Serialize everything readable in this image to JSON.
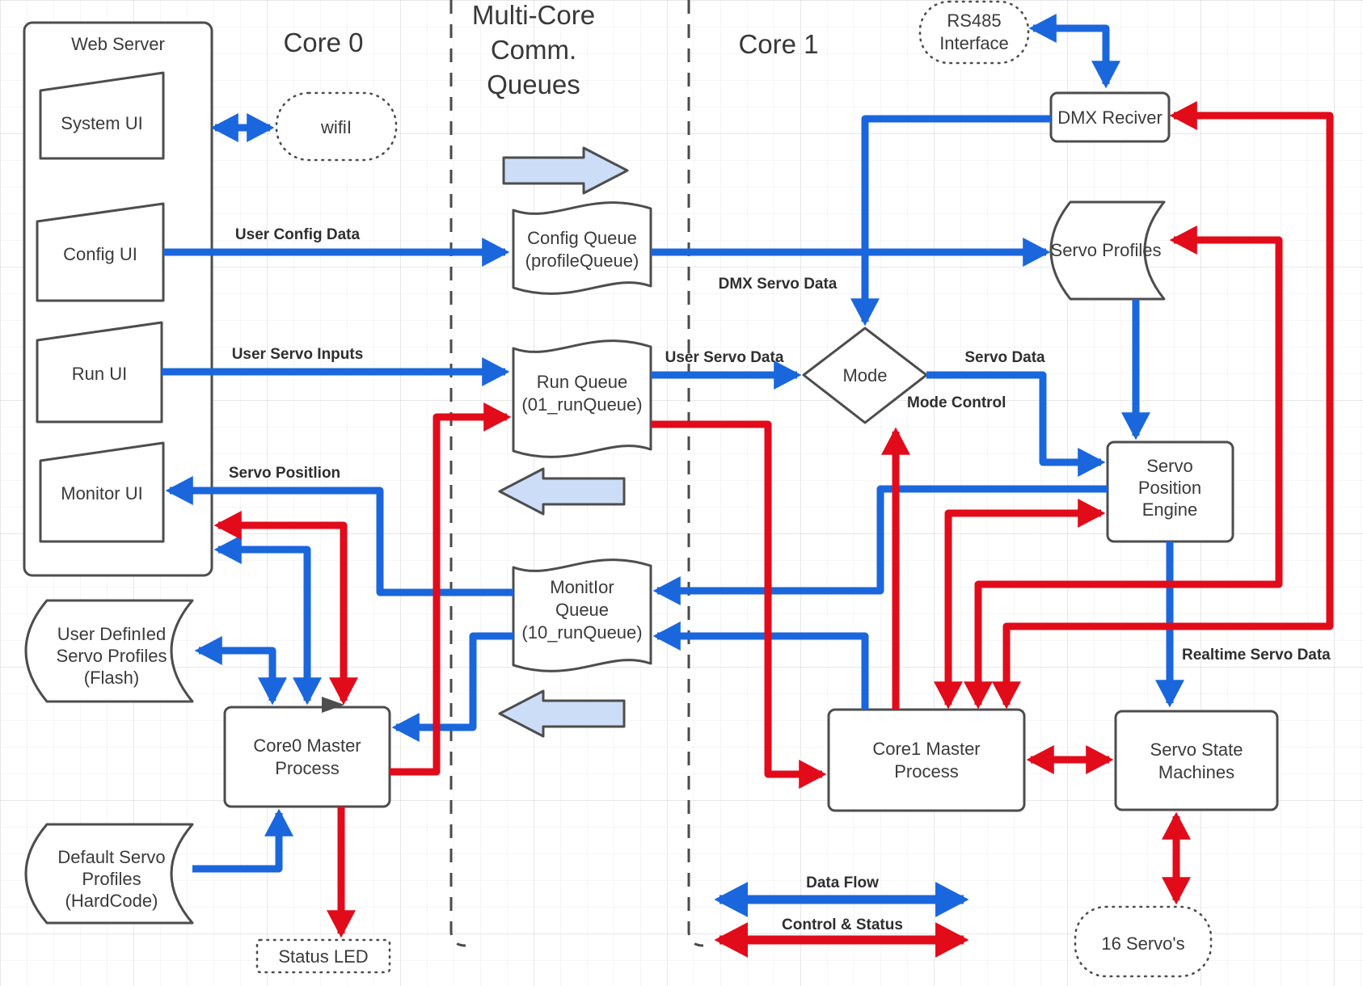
{
  "headers": {
    "core0": "Core 0",
    "core1": "Core 1",
    "multicore": [
      "Multi-Core",
      "Comm.",
      "Queues"
    ]
  },
  "colors": {
    "data_flow_blue": "#1A66DD",
    "control_status_red": "#E20B1A",
    "queue_arrow_fill": "#CCDDF8",
    "shape_stroke": "#4D4D4D"
  },
  "nodes": {
    "web_server": {
      "label": "Web Server"
    },
    "system_ui": {
      "label": "System UI"
    },
    "config_ui": {
      "label": "Config UI"
    },
    "run_ui": {
      "label": "Run UI"
    },
    "monitor_ui": {
      "label": "Monitor  UI"
    },
    "wifi": {
      "label": "wifiI"
    },
    "rs485": {
      "lines": [
        "RS485",
        "Interface"
      ]
    },
    "dmx_receiver": {
      "label": "DMX Reciver"
    },
    "servo_profiles": {
      "label": "Servo Profiles"
    },
    "config_queue": {
      "lines": [
        "Config Queue",
        "(profileQueue)"
      ]
    },
    "run_queue": {
      "lines": [
        "Run Queue",
        "(01_runQueue)"
      ]
    },
    "monitor_queue": {
      "lines": [
        "MonitIor",
        "Queue",
        "(10_runQueue)"
      ]
    },
    "mode": {
      "label": "Mode"
    },
    "servo_position_engine": {
      "lines": [
        "Servo",
        "Position",
        "Engine"
      ]
    },
    "user_defined_profiles": {
      "lines": [
        "User DefinIed",
        "Servo Profiles",
        "(Flash)"
      ]
    },
    "core0_master": {
      "lines": [
        "Core0 Master",
        "Process"
      ]
    },
    "default_profiles": {
      "lines": [
        "Default Servo",
        "Profiles",
        "(HardCode)"
      ]
    },
    "status_led": {
      "label": "Status LED"
    },
    "core1_master": {
      "lines": [
        "Core1 Master",
        "Process"
      ]
    },
    "servo_state_machines": {
      "lines": [
        "Servo State",
        "Machines"
      ]
    },
    "servos_16": {
      "label": "16 Servo's"
    }
  },
  "edge_labels": {
    "user_config_data": "User Config Data",
    "user_servo_inputs": "User Servo Inputs",
    "user_servo_data": "User Servo Data",
    "dmx_servo_data": "DMX Servo Data",
    "servo_data": "Servo Data",
    "mode_control": "Mode Control",
    "servo_position": "Servo Positlion",
    "realtime_servo_data": "Realtime Servo Data"
  },
  "legend": {
    "data_flow": "Data Flow",
    "control_status": "Control & Status"
  }
}
